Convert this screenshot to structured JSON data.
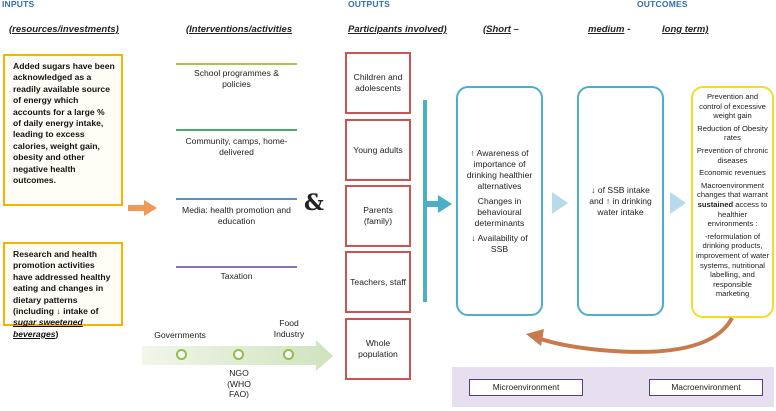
{
  "headers": {
    "inputs": "INPUTS",
    "outputs": "OUTPUTS",
    "outcomes": "OUTCOMES"
  },
  "subheaders": {
    "resources": "(resources/investments)",
    "interventions": "(Interventions/activities",
    "participants": "Participants involved)",
    "short": "(Short",
    "short_dash": "–",
    "medium": "medium",
    "medium_dash": "-",
    "long": "long term)"
  },
  "inputs": {
    "box1": "Added sugars have been acknowledged as a readily available source of energy which accounts for a large % of daily energy intake, leading to excess calories, weight gain, obesity and other negative health outcomes.",
    "box2_main": "Research and health promotion activities have addressed healthy eating and changes in dietary patterns (including ↓ intake of",
    "box2_em": "sugar sweetened beverages",
    "box2_tail": ")"
  },
  "interventions": [
    {
      "label": "School programmes & policies",
      "color": "#a6c64c"
    },
    {
      "label": "Community, camps, home-delivered",
      "color": "#49a86a"
    },
    {
      "label": "Media: health promotion and education",
      "color": "#5b8fc7"
    },
    {
      "label": "Taxation",
      "color": "#8d6fbf"
    }
  ],
  "ampersand": "&",
  "stakeholders": {
    "governments": "Governments",
    "food_industry": "Food Industry",
    "ngo": "NGO (WHO FAO)"
  },
  "participants": [
    "Children and adolescents",
    "Young adults",
    "Parents (family)",
    "Teachers, staff",
    "Whole population"
  ],
  "short_term": {
    "item1": "↑ Awareness of importance of drinking healthier alternatives",
    "item2": "Changes in behavioural determinants",
    "item3": "↓ Availability of SSB"
  },
  "medium_term": "↓ of SSB intake and ↑ in drinking water intake",
  "long_term": [
    "Prevention and control of excessive weight gain",
    "Reduction of Obesity rates",
    "Prevention of chronic diseases",
    "Economic revenues"
  ],
  "long_term_env_pre": "Macroenvironment changes that warrant",
  "long_term_env_bold": "sustained",
  "long_term_env_post": "access to healthier environments :",
  "long_term_reform": "-reformulation of drinking products, improvement of water systems, nutritional labelling, and responsible marketing",
  "environment": {
    "micro": "Microenvironment",
    "macro": "Macroenvironment"
  },
  "colors": {
    "header_blue": "#2e6fb6",
    "input_border": "#f5b400",
    "participant_border": "#c95454",
    "outcome_border": "#4bb0c7",
    "longterm_border": "#f5dc2a",
    "feedback_arrow": "#c97a4c",
    "input_arrow": "#ee9a55"
  }
}
